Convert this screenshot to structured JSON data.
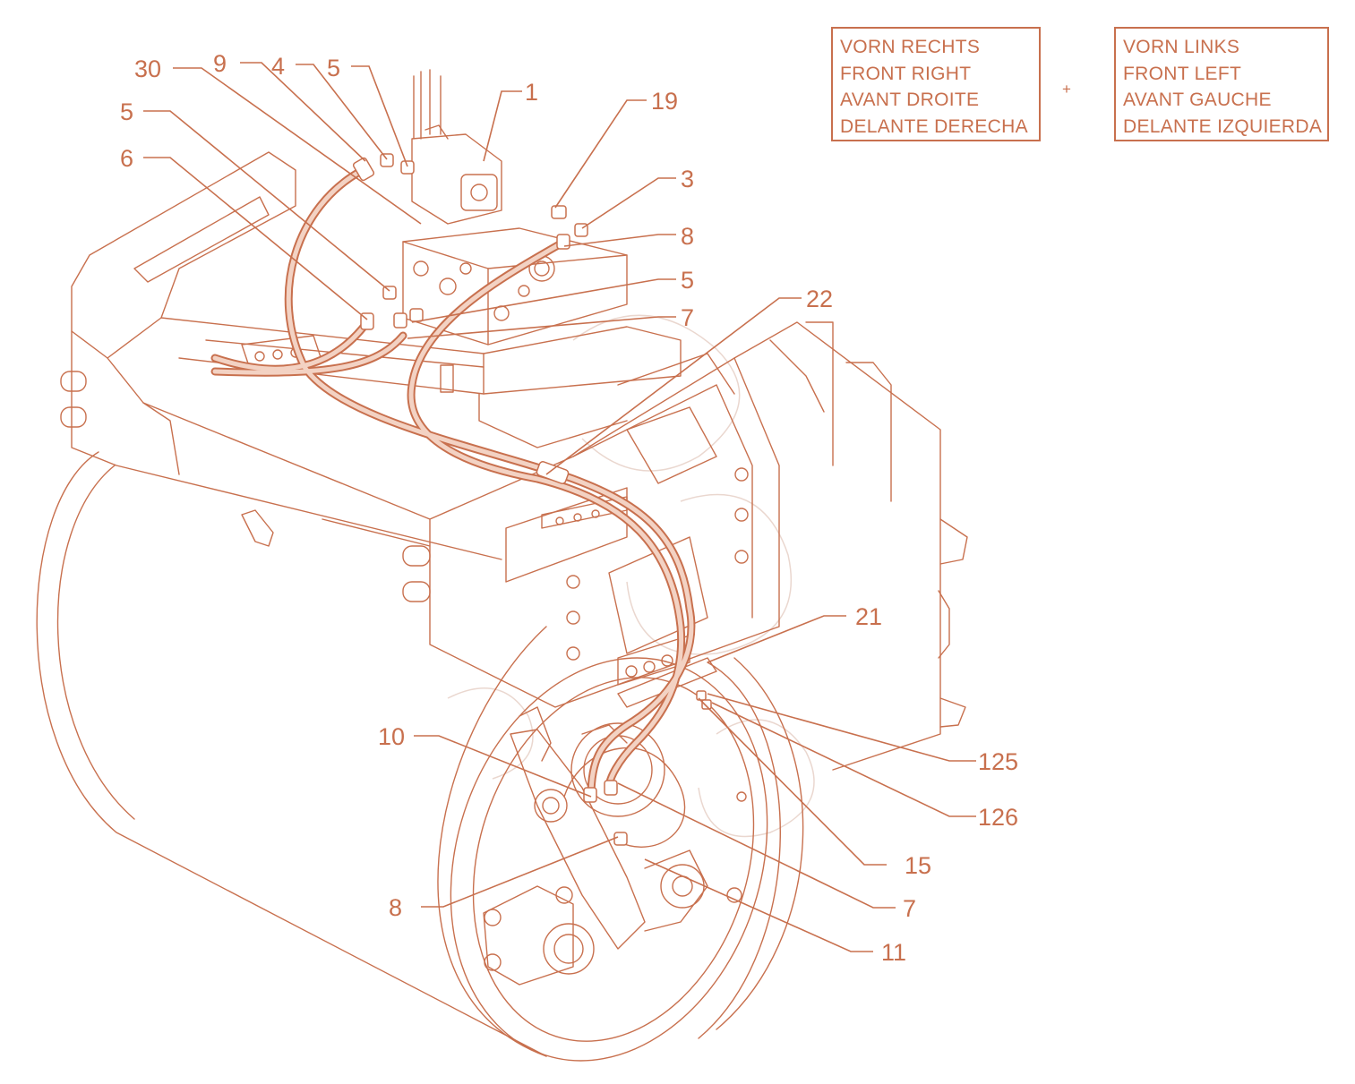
{
  "legend_front_right": [
    "VORN RECHTS",
    "FRONT RIGHT",
    "AVANT DROITE",
    "DELANTE DERECHA"
  ],
  "legend_front_left": [
    "VORN LINKS",
    "FRONT LEFT",
    "AVANT GAUCHE",
    "DELANTE IZQUIERDA"
  ],
  "legend_separator": "+",
  "callouts": {
    "c30": "30",
    "c9": "9",
    "c4": "4",
    "c5a": "5",
    "c1": "1",
    "c19": "19",
    "c5b": "5",
    "c6": "6",
    "c3": "3",
    "c8a": "8",
    "c5c": "5",
    "c22": "22",
    "c7a": "7",
    "c21": "21",
    "c10": "10",
    "c125": "125",
    "c126": "126",
    "c15": "15",
    "c8b": "8",
    "c7b": "7",
    "c11": "11"
  },
  "colors": {
    "line": "#c8704e",
    "hose": "#d98a6a",
    "ghost": "#ead7cf"
  }
}
